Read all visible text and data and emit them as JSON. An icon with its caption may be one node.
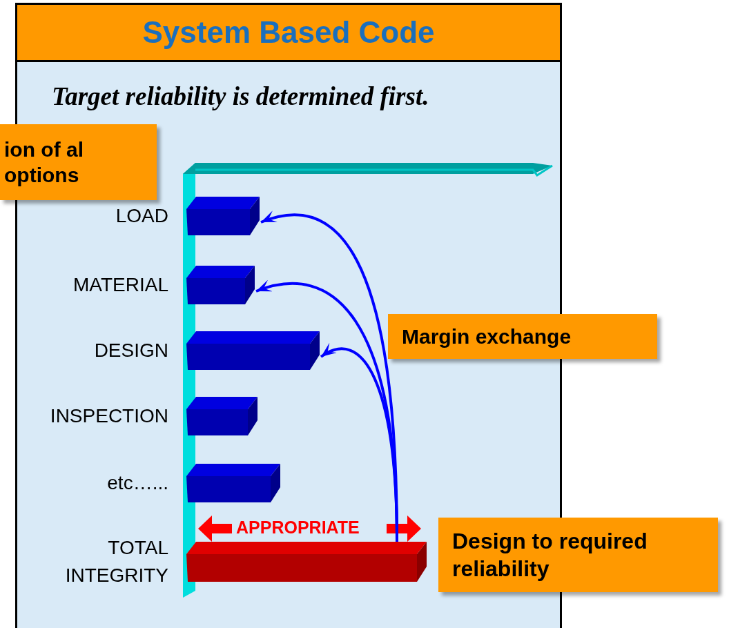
{
  "diagram": {
    "title": "System Based Code",
    "nodes": [
      {
        "text": [
          "ion of al options"
        ]
      },
      {
        "text": [],
        "shape": "bar",
        "beside": [
          "LOAD"
        ]
      },
      {
        "text": [],
        "shape": "bar",
        "beside": [
          "MATERIAL"
        ]
      },
      {
        "text": [],
        "shape": "bar",
        "beside": [
          "DESIGN"
        ]
      },
      {
        "text": [],
        "shape": "bar",
        "beside": [
          "INSPECTION"
        ]
      },
      {
        "text": [],
        "shape": "bar",
        "beside": [
          "etc…..."
        ]
      },
      {
        "text": [],
        "shape": "bar",
        "beside": [
          "TOTAL INTEGRITY"
        ]
      },
      {
        "text": [
          "Margin exchange"
        ]
      },
      {
        "text": [
          "Design to required reliability"
        ]
      }
    ],
    "edges": [
      {
        "from": 6,
        "to": 1,
        "arrow": "to"
      },
      {
        "from": 6,
        "to": 2,
        "arrow": "to"
      },
      {
        "from": 6,
        "to": 3,
        "arrow": "to"
      }
    ],
    "labels": [
      "Target reliability is determined first.",
      "APPROPRIATE"
    ]
  }
}
